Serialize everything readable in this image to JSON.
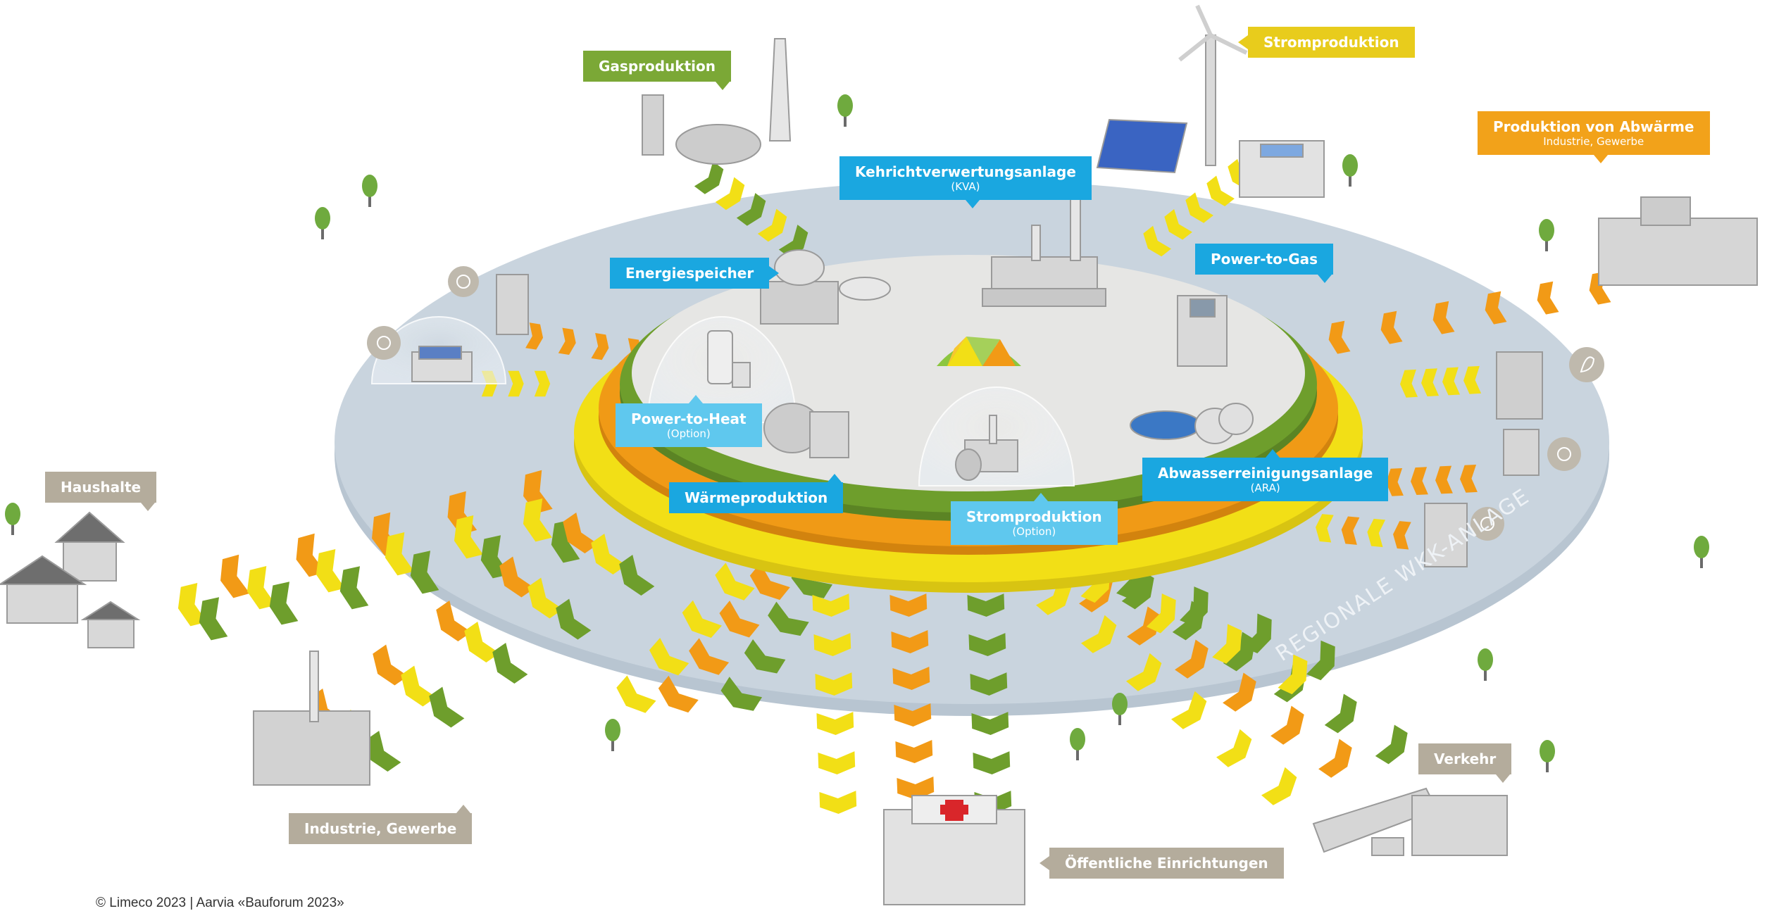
{
  "diagram": {
    "ring_label": "REGIONALE WKK-ANLAGE",
    "labels": {
      "gasproduktion": "Gasproduktion",
      "stromproduktion_wind": "Stromproduktion",
      "abwaerme_title": "Produktion von Abwärme",
      "abwaerme_sub": "Industrie, Gewerbe",
      "kva_title": "Kehrichtverwertungsanlage",
      "kva_sub": "(KVA)",
      "energiespeicher": "Energiespeicher",
      "power_to_gas": "Power-to-Gas",
      "power_to_heat_title": "Power-to-Heat",
      "power_to_heat_sub": "(Option)",
      "waermeproduktion": "Wärmeproduktion",
      "stromproduktion_center_title": "Stromproduktion",
      "stromproduktion_center_sub": "(Option)",
      "ara_title": "Abwasserreinigungsanlage",
      "ara_sub": "(ARA)",
      "haushalte": "Haushalte",
      "industrie_gewerbe": "Industrie, Gewerbe",
      "oeffentliche": "Öffentliche Einrichtungen",
      "verkehr": "Verkehr"
    },
    "colors": {
      "disc": "#c9d4de",
      "center": "#e6e6e4",
      "green_ring": "#6e9e2c",
      "orange_ring": "#f09a16",
      "yellow_ring": "#f2df16",
      "flow_green": "#6e9e2c",
      "flow_orange": "#f29a16",
      "flow_yellow": "#f2df16",
      "label_blue": "#1aa7e0",
      "label_gray": "#b4ac9c"
    }
  },
  "copyright": "© Limeco 2023 | Aarvia «Bauforum 2023»"
}
